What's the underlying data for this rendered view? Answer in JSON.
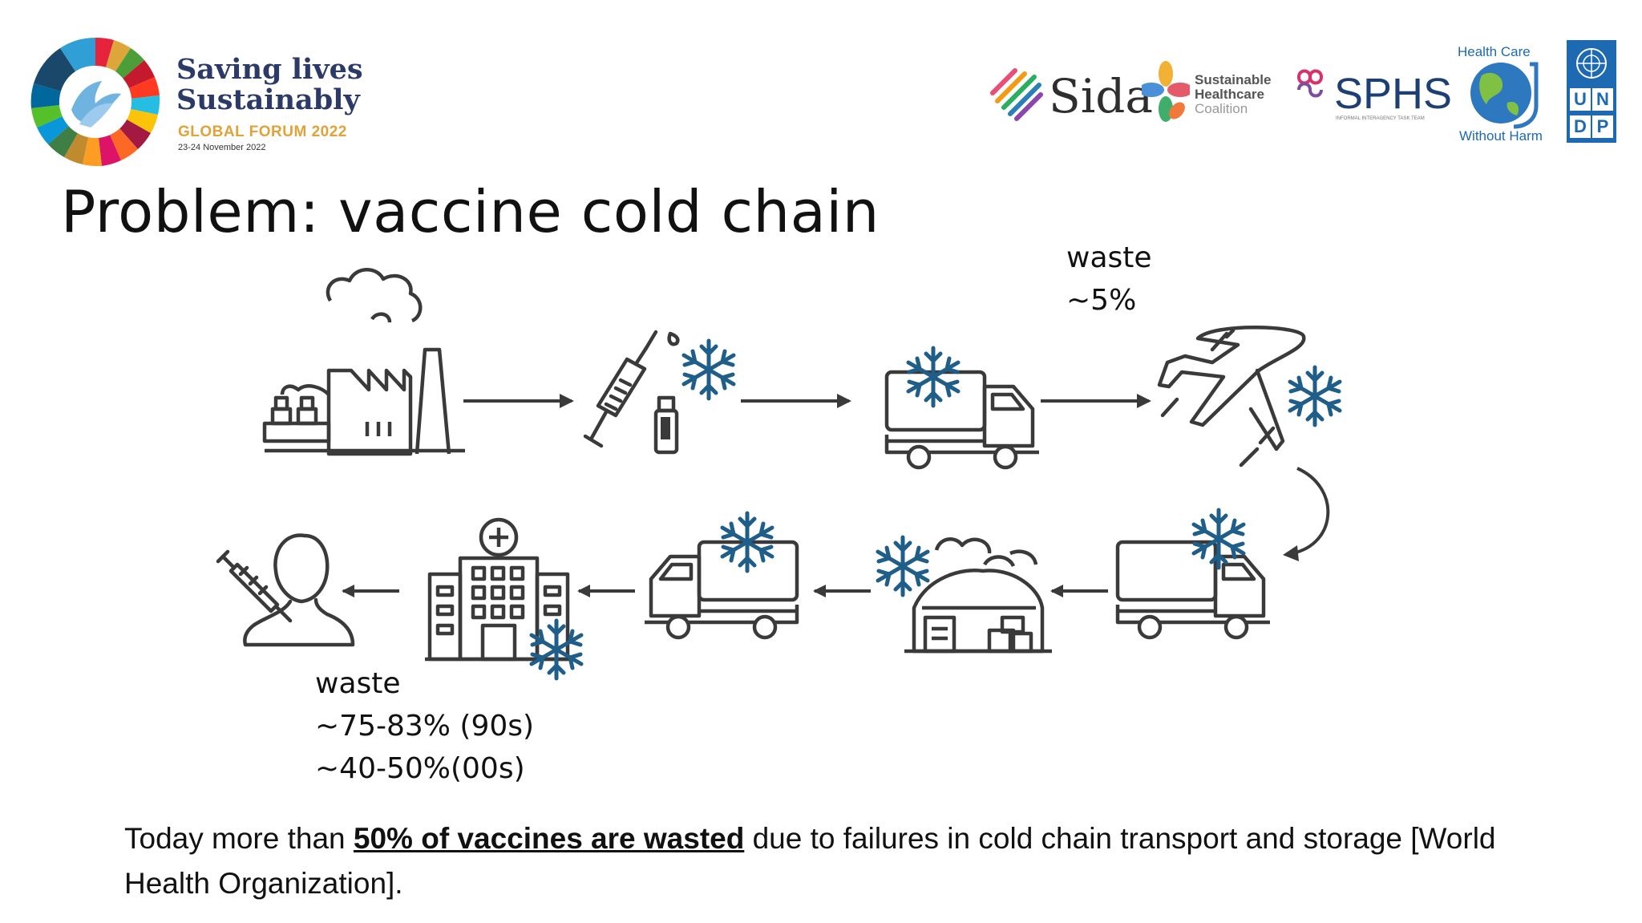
{
  "header": {
    "event_logo": {
      "line1": "Saving lives",
      "line2": "Sustainably",
      "line3": "GLOBAL FORUM 2022",
      "date": "23-24 November 2022"
    },
    "partners": {
      "sida": "Sida",
      "shc_line1": "Sustainable",
      "shc_line2": "Healthcare",
      "shc_line3": "Coalition",
      "sphs": "SPHS",
      "sphs_sub": "INFORMAL INTERAGENCY TASK TEAM",
      "hcwh_top": "Health Care",
      "hcwh_bottom": "Without Harm",
      "undp": [
        "U",
        "N",
        "D",
        "P"
      ]
    }
  },
  "slide": {
    "title": "Problem: vaccine cold chain",
    "waste_top": [
      "waste",
      "~5%"
    ],
    "waste_bottom": [
      "waste",
      "~75-83% (90s)",
      "~40-50%(00s)"
    ],
    "caption": {
      "pre": "Today more than ",
      "emph": "50% of vaccines are wasted",
      "post": " due to failures in cold chain transport and storage [World Health Organization]."
    }
  },
  "diagram": {
    "steps": [
      "factory-icon",
      "syringe-vial-icon",
      "truck-icon",
      "airplane-icon",
      "truck-icon",
      "warehouse-icon",
      "truck-icon",
      "hospital-icon",
      "patient-icon"
    ],
    "colors": {
      "line": "#3a3a3a",
      "snow": "#1f5e89"
    }
  },
  "colors": {
    "title_text": "#111111",
    "brand_navy": "#2b3a67",
    "brand_gold": "#e0a33a",
    "undp_blue": "#1d6ab2",
    "snowflake": "#1f5e89"
  }
}
